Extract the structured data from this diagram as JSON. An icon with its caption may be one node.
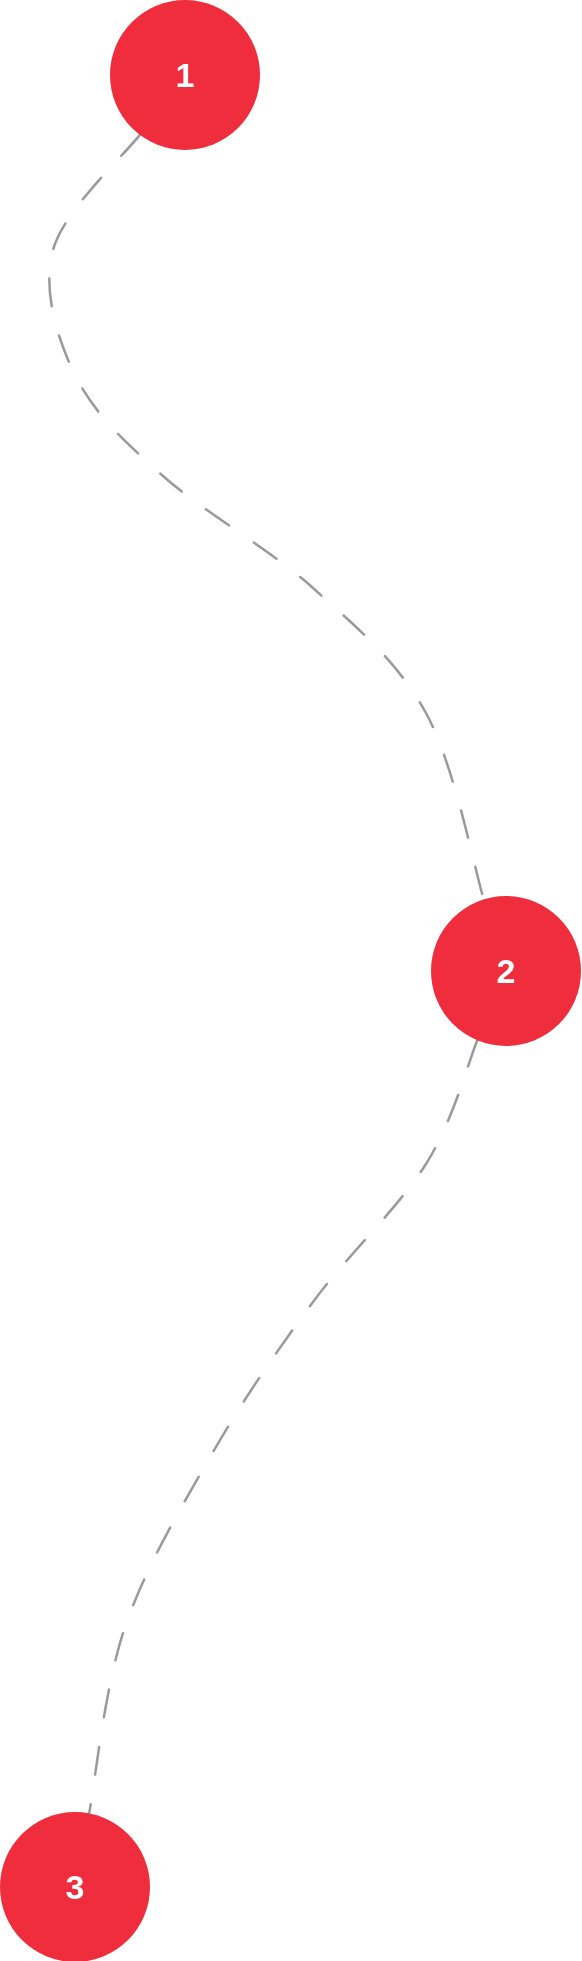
{
  "diagram": {
    "nodes": [
      {
        "text": [
          "1"
        ]
      },
      {
        "text": [
          "2"
        ]
      },
      {
        "text": [
          "3"
        ]
      }
    ],
    "edges": [
      {
        "from": 0,
        "to": 1,
        "arrow": "none",
        "style": "dashed"
      },
      {
        "from": 1,
        "to": 2,
        "arrow": "none",
        "style": "dashed"
      }
    ]
  }
}
